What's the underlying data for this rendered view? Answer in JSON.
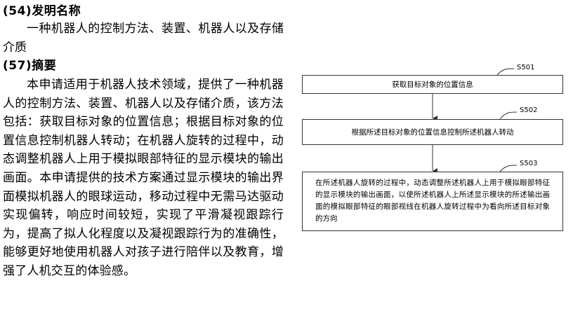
{
  "document": {
    "title_heading": "(54)发明名称",
    "title": "一种机器人的控制方法、装置、机器人以及存储介质",
    "abstract_heading": "(57)摘要",
    "abstract": "本申请适用于机器人技术领域，提供了一种机器人的控制方法、装置、机器人以及存储介质，该方法包括：获取目标对象的位置信息；根据目标对象的位置信息控制机器人转动；在机器人旋转的过程中，动态调整机器人上用于模拟眼部特征的显示模块的输出画面。本申请提供的技术方案通过显示模块的输出界面模拟机器人的眼球运动，移动过程中无需马达驱动实现偏转，响应时间较短，实现了平滑凝视跟踪行为，提高了拟人化程度以及凝视跟踪行为的准确性，能够更好地使用机器人对孩子进行陪伴以及教育，增强了人机交互的体验感。"
  },
  "flowchart": {
    "steps": [
      {
        "id": "S501",
        "text": "获取目标对象的位置信息"
      },
      {
        "id": "S502",
        "text": "根据所述目标对象的位置信息控制所述机器人转动"
      },
      {
        "id": "S503",
        "text": "在所述机器人旋转的过程中，动态调整所述机器人上用于模拟眼部特征的显示模块的输出画面，以使所述机器人上所述显示模块的所述输出画面的模拟眼部特征的眼部视线在机器人旋转过程中为看向所述目标对象的方向"
      }
    ]
  }
}
